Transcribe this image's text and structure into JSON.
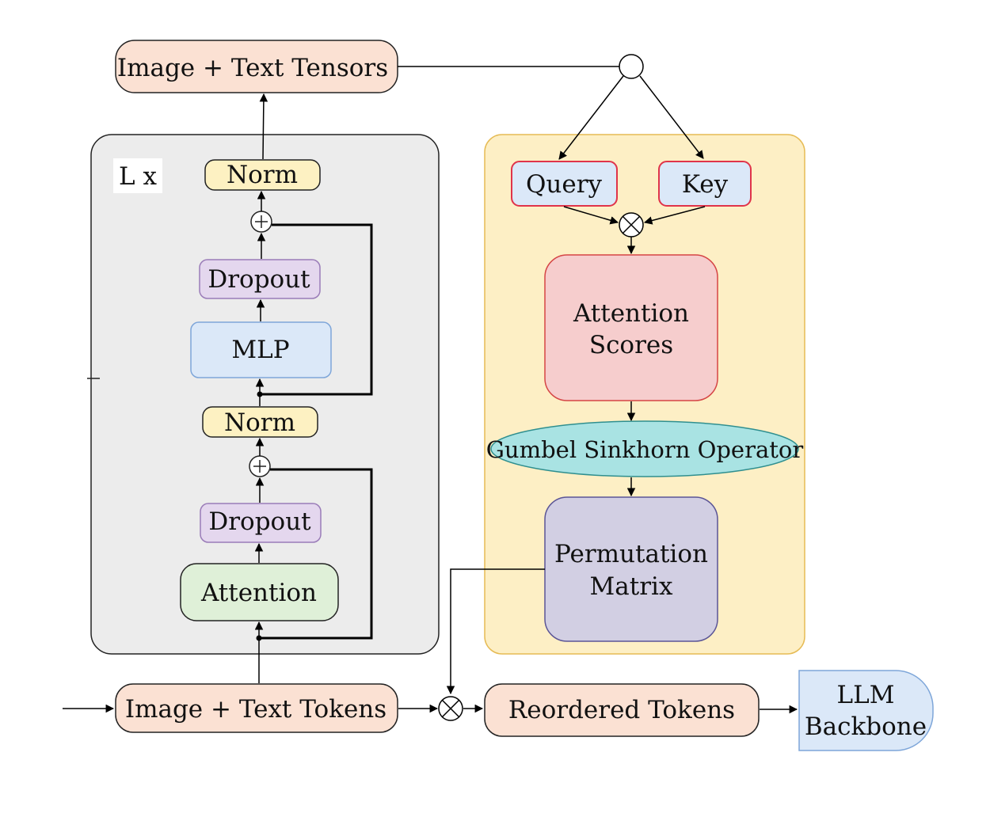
{
  "diagram": {
    "lx_label": "L x",
    "top_tensors": "Image + Text Tensors",
    "norm_top": "Norm",
    "dropout_top": "Dropout",
    "mlp": "MLP",
    "norm_mid": "Norm",
    "dropout_bottom": "Dropout",
    "attention": "Attention",
    "input_tokens": "Image + Text Tokens",
    "query": "Query",
    "key": "Key",
    "attention_scores_line1": "Attention",
    "attention_scores_line2": "Scores",
    "gumbel": "Gumbel Sinkhorn Operator",
    "permutation_line1": "Permutation",
    "permutation_line2": "Matrix",
    "reordered": "Reordered Tokens",
    "llm_line1": "LLM",
    "llm_line2": "Backbone"
  },
  "colors": {
    "token_box": "#fbe1d3",
    "norm_box": "#fdf1c2",
    "dropout_box": "#e4d7ee",
    "mlp_box": "#dbe8f8",
    "attention_box": "#dff0d8",
    "transformer_panel": "#ececec",
    "sorter_panel": "#fdefc5",
    "query_key_box": "#dbe8f8",
    "query_key_border": "#e0344a",
    "attention_scores_box": "#f6cdcd",
    "gumbel_ellipse": "#a9e3e3",
    "permutation_box": "#d2cfe3",
    "llm_box": "#dbe8f8"
  }
}
